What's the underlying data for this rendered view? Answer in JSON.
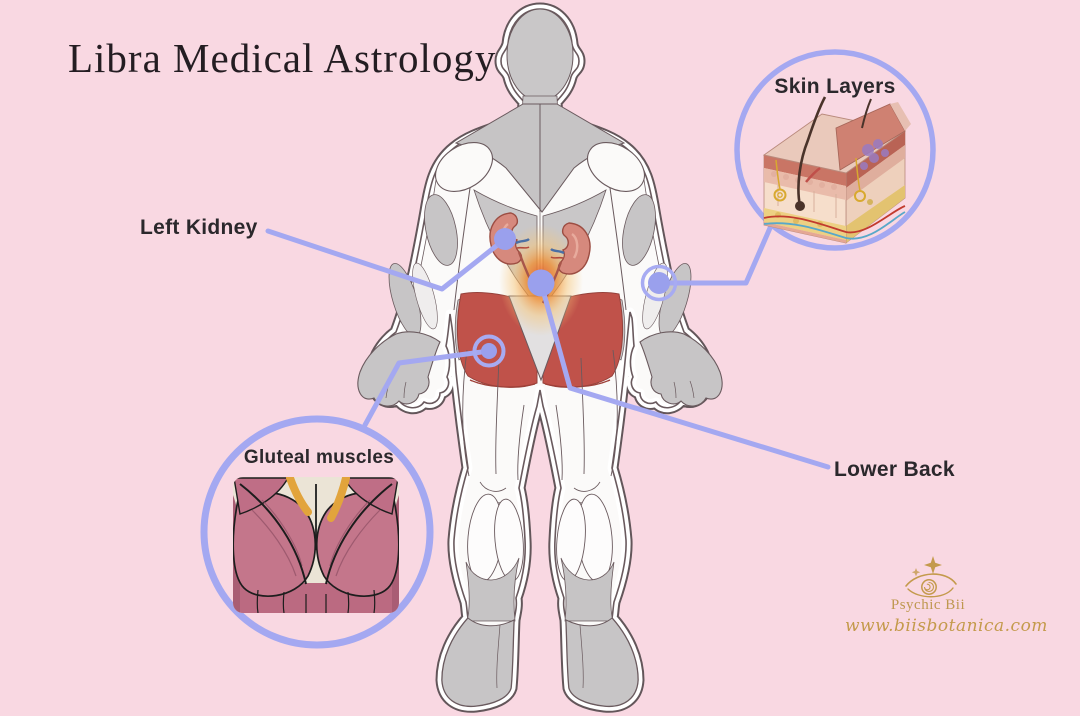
{
  "title": "Libra Medical Astrology",
  "callouts": {
    "left_kidney": {
      "label": "Left Kidney"
    },
    "skin_layers": {
      "label": "Skin Layers"
    },
    "gluteal_muscles": {
      "label": "Gluteal muscles"
    },
    "lower_back": {
      "label": "Lower Back"
    }
  },
  "branding": {
    "name": "Psychic Bii",
    "website": "www.biisbotanica.com"
  },
  "figure": {
    "description": "human body back view with highlighted kidneys, lower back glow and red gluteal region",
    "insets": [
      "skin cross-section",
      "gluteal muscles"
    ]
  },
  "colors": {
    "background": "#f9d8e2",
    "connector_periwinkle": "#a4a8f1",
    "marker_fill": "#9aa0ed",
    "highlight_red": "#c0524a",
    "glow_orange": "#ef8f34",
    "kidney_salmon": "#d6897d",
    "body_grey": "#c7c5c6",
    "body_white": "#fbfaf9",
    "brand_gold": "#c59a50",
    "text_dark": "#2b282c"
  }
}
